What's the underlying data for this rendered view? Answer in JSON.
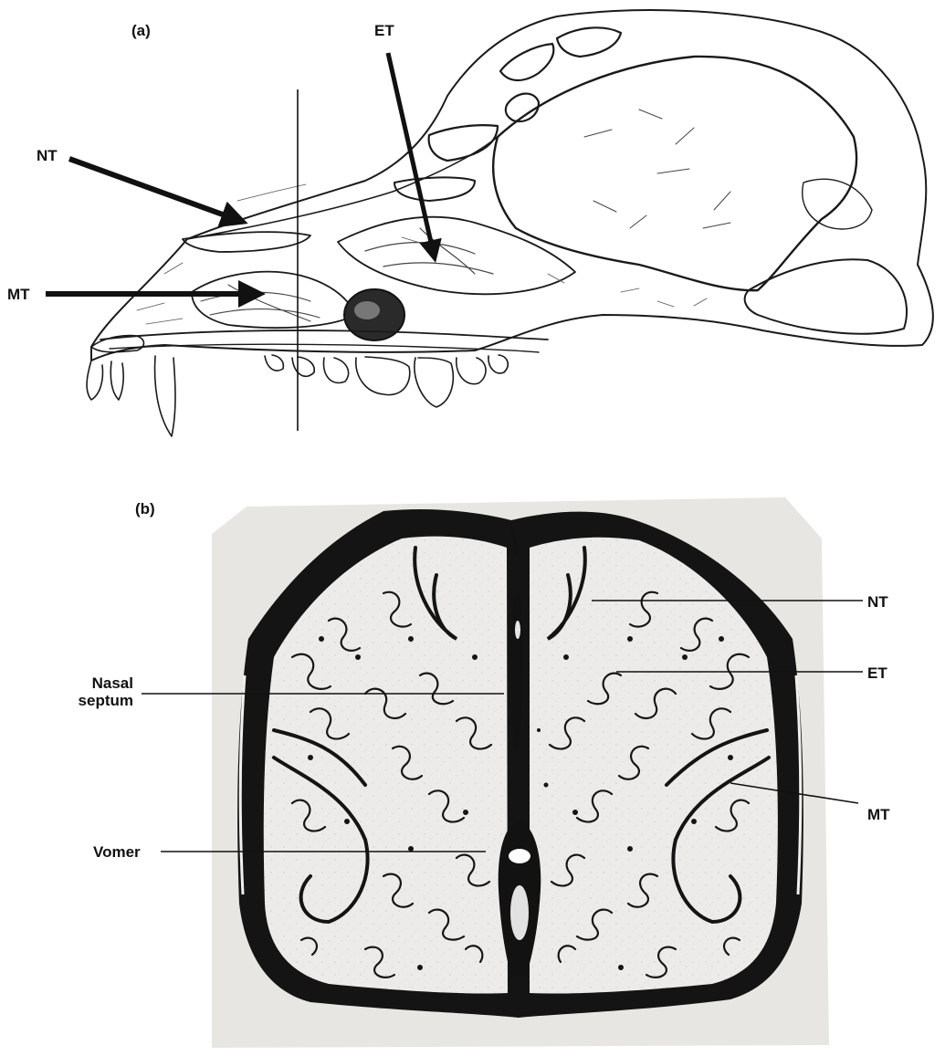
{
  "panel_a": {
    "label": "(a)",
    "labels": {
      "nt": "NT",
      "mt": "MT",
      "et": "ET"
    }
  },
  "panel_b": {
    "label": "(b)",
    "labels": {
      "nt": "NT",
      "et": "ET",
      "mt": "MT",
      "nasal_septum_line1": "Nasal",
      "nasal_septum_line2": "septum",
      "vomer": "Vomer"
    }
  },
  "colors": {
    "ink": "#111111",
    "bone": "#141414",
    "tissue": "#ecebe9",
    "ct_background": "#e7e6e3"
  }
}
